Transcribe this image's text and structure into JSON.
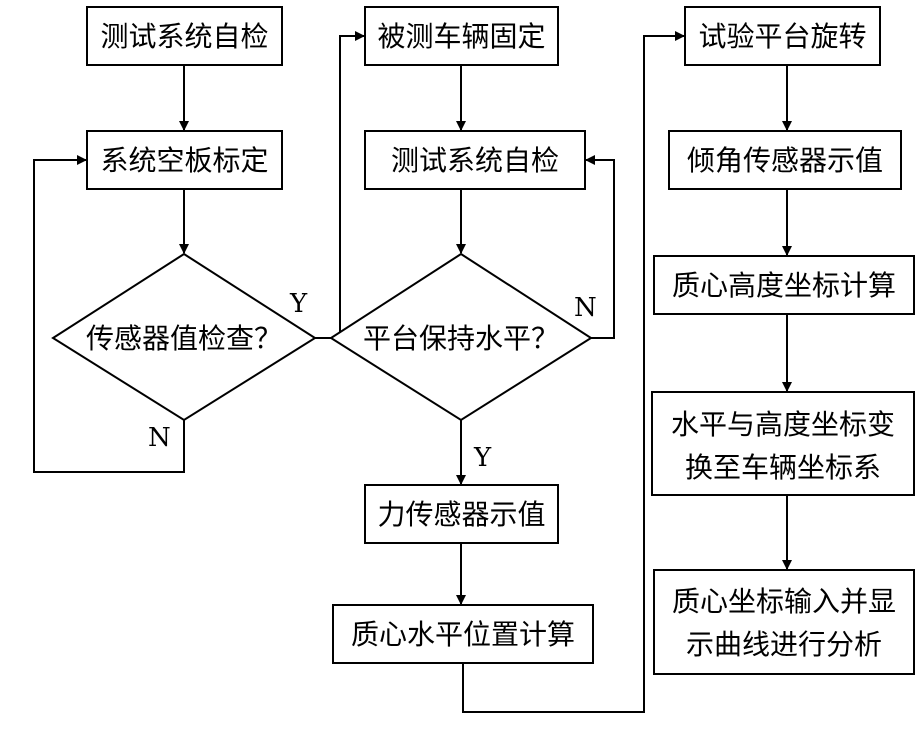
{
  "flow": {
    "col1": {
      "self_check": "测试系统自检",
      "blank_calibration": "系统空板标定",
      "sensor_check": "传感器值检查？",
      "yes": "Y",
      "no": "N"
    },
    "col2": {
      "vehicle_fix": "被测车辆固定",
      "self_check": "测试系统自检",
      "platform_level": "平台保持水平？",
      "no": "N",
      "yes": "Y",
      "force_sensor": "力传感器示值",
      "horizontal_calc": "质心水平位置计算"
    },
    "col3": {
      "platform_rotate": "试验平台旋转",
      "tilt_sensor": "倾角传感器示值",
      "height_calc": "质心高度坐标计算",
      "transform_line1": "水平与高度坐标变",
      "transform_line2": "换至车辆坐标系",
      "display_line1": "质心坐标输入并显",
      "display_line2": "示曲线进行分析"
    }
  }
}
